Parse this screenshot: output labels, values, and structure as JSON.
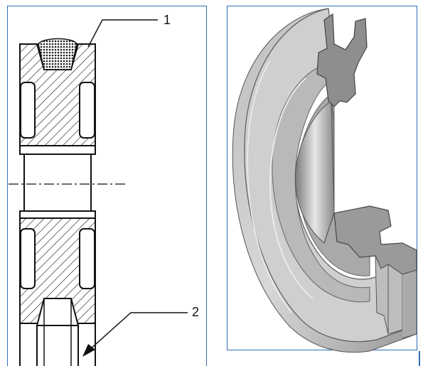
{
  "figure": {
    "left_view": {
      "description_kind": "sectional drawing of a grooved pulley / rope wheel",
      "callouts": [
        {
          "id": "1",
          "label": "1"
        },
        {
          "id": "2",
          "label": "2"
        }
      ]
    },
    "right_view": {
      "description_kind": "3D cut-away render of the same wheel"
    }
  },
  "colors": {
    "frame": "#2f6db5",
    "line": "#111111",
    "render_light": "#d9d9d9",
    "render_mid": "#a8a8a8",
    "render_dark": "#6f6f6f"
  }
}
